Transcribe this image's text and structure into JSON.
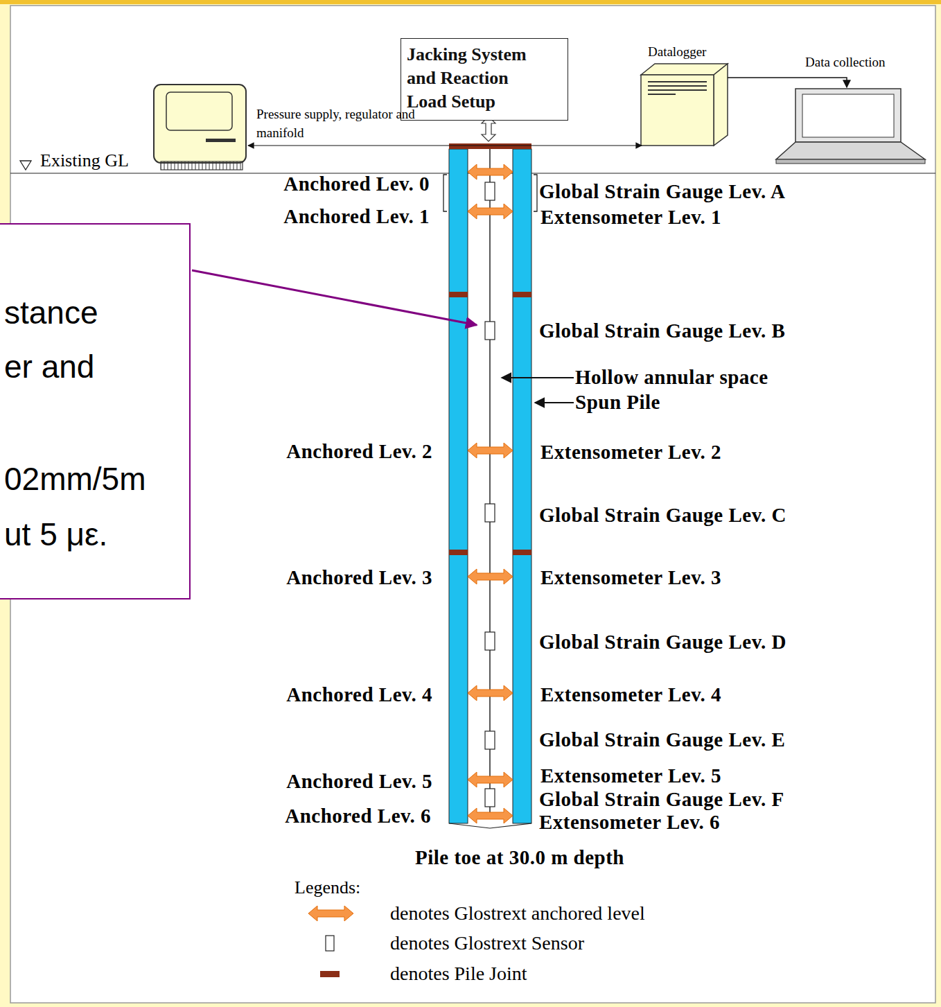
{
  "diagram": {
    "nodes": [
      {
        "text": [
          "Jacking System and Reaction Load Setup"
        ]
      },
      {
        "text": [
          "stance",
          "er and",
          "02mm/5m",
          "ut 5 με."
        ]
      }
    ],
    "labels": [
      "Existing GL",
      "Pressure supply, regulator and manifold",
      "Datalogger",
      "Data collection",
      "Anchored Lev. 0",
      "Anchored Lev. 1",
      "Anchored Lev. 2",
      "Anchored Lev. 3",
      "Anchored Lev. 4",
      "Anchored Lev. 5",
      "Anchored Lev. 6",
      "Global Strain Gauge Lev. A",
      "Global Strain Gauge Lev. B",
      "Global Strain Gauge Lev. C",
      "Global Strain Gauge Lev. D",
      "Global Strain Gauge Lev. E",
      "Global Strain Gauge Lev. F",
      "Extensometer Lev. 1",
      "Extensometer Lev. 2",
      "Extensometer Lev. 3",
      "Extensometer Lev. 4",
      "Extensometer Lev. 5",
      "Extensometer Lev. 6",
      "Hollow annular space",
      "Spun Pile",
      "Pile toe at 30.0 m depth",
      "Legends:"
    ],
    "legend": [
      {
        "text": "denotes Glostrext anchored level"
      },
      {
        "text": "denotes Glostrext Sensor"
      },
      {
        "text": "denotes Pile Joint",
        "color": "#8b2e16"
      }
    ]
  }
}
